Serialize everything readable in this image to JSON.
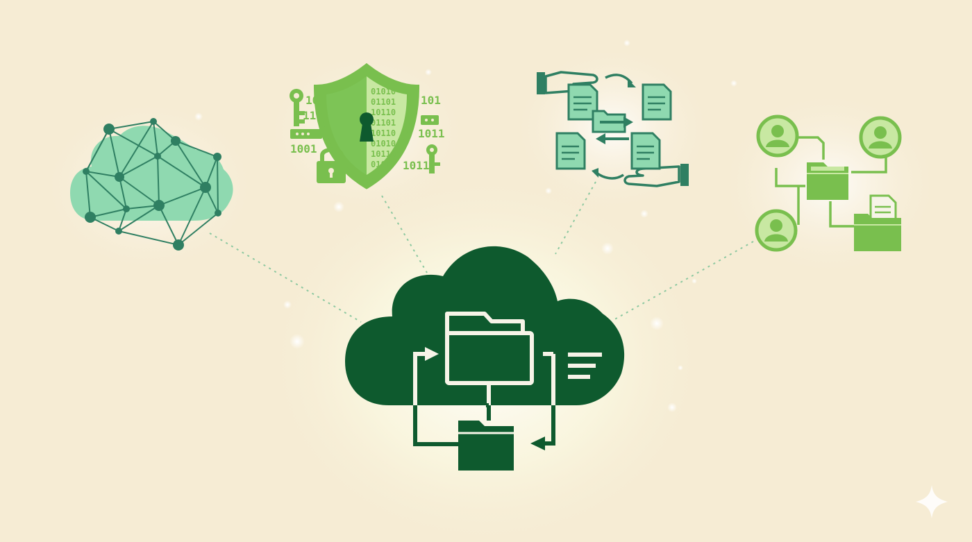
{
  "colors": {
    "background": "#f6ecd4",
    "dark_green": "#0e5a2e",
    "teal": "#2f7f62",
    "mint": "#8fd9b0",
    "lime": "#79bf4e",
    "light_lime": "#c8e8a2",
    "paper": "#d3f0dc",
    "cream": "#f7f4e8",
    "connector": "#8cc8a0"
  },
  "icons": {
    "center": "cloud-file-sync-icon",
    "network": "cloud-network-icon",
    "security": "shield-lock-icon",
    "transfer": "file-exchange-icon",
    "sharing": "user-folder-sharing-icon",
    "corner": "sparkle-icon"
  },
  "binary_left": [
    "10",
    "111",
    "1001"
  ],
  "binary_right": [
    "101",
    "1011",
    "1011"
  ],
  "shield_binary": [
    "01010",
    "01101",
    "10110",
    "01101",
    "10110",
    "01010",
    "10110",
    "0101"
  ]
}
